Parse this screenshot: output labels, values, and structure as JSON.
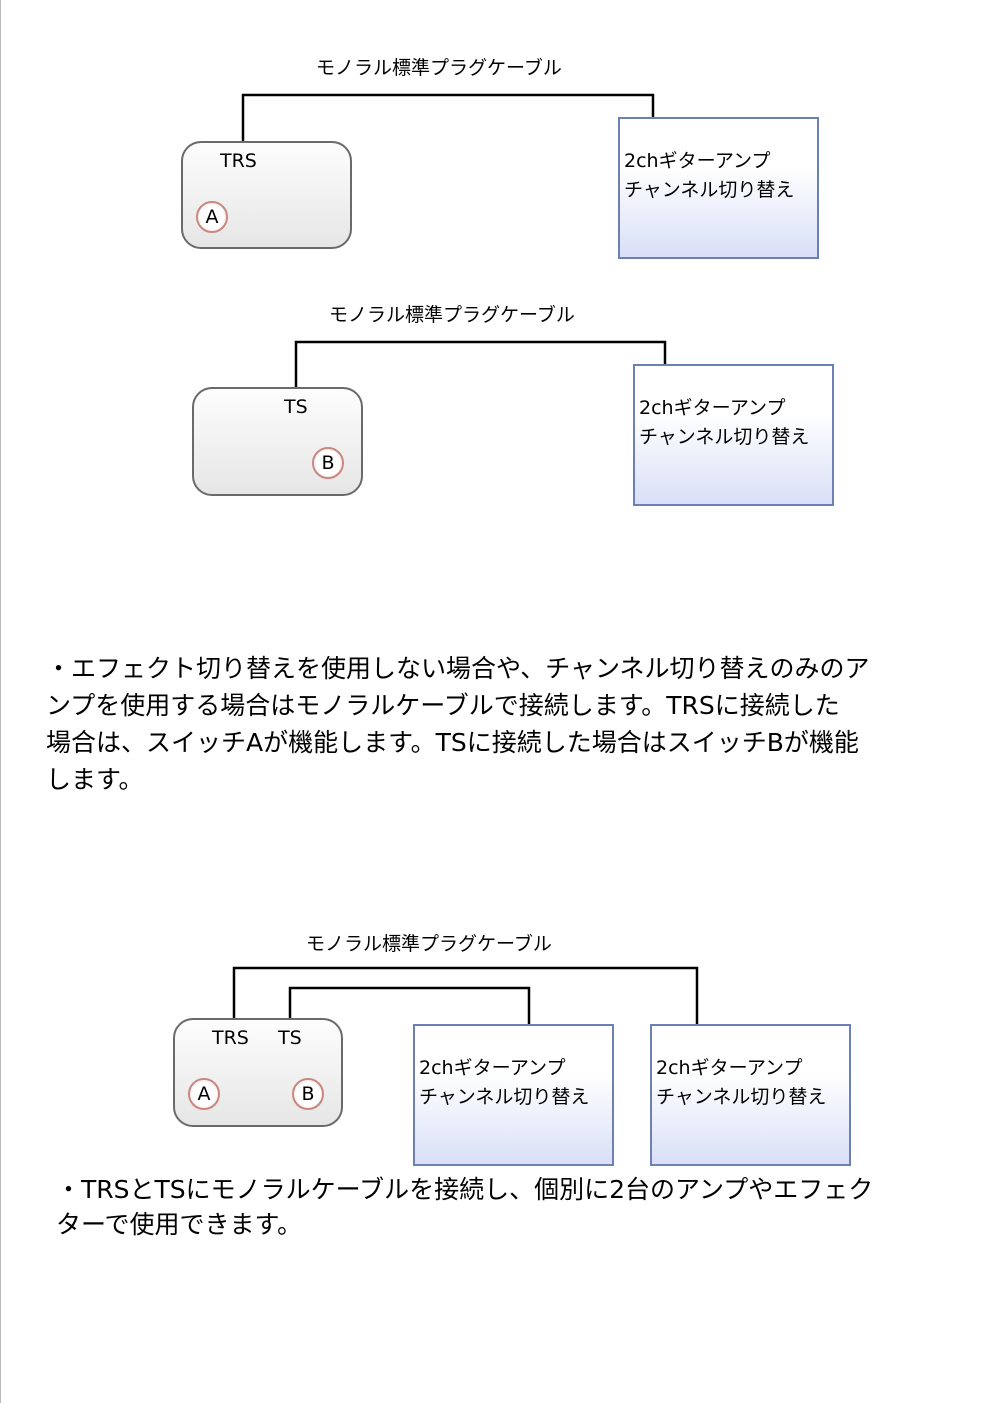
{
  "diagram1": {
    "cable_label": "モノラル標準プラグケーブル",
    "device": {
      "port": "TRS",
      "switch": "A"
    },
    "amp": {
      "line1": "2chギターアンプ",
      "line2": "チャンネル切り替え"
    }
  },
  "diagram2": {
    "cable_label": "モノラル標準プラグケーブル",
    "device": {
      "port": "TS",
      "switch": "B"
    },
    "amp": {
      "line1": "2chギターアンプ",
      "line2": "チャンネル切り替え"
    }
  },
  "paragraph1": {
    "lines": [
      "・エフェクト切り替えを使用しない場合や、チャンネル切り替えのみのア",
      "ンプを使用する場合はモノラルケーブルで接続します。TRSに接続した",
      "場合は、スイッチAが機能します。TSに接続した場合はスイッチBが機能",
      "します。"
    ]
  },
  "diagram3": {
    "cable_label": "モノラル標準プラグケーブル",
    "device": {
      "port_trs": "TRS",
      "port_ts": "TS",
      "switch_a": "A",
      "switch_b": "B"
    },
    "amps": [
      {
        "line1": "2chギターアンプ",
        "line2": "チャンネル切り替え"
      },
      {
        "line1": "2chギターアンプ",
        "line2": "チャンネル切り替え"
      }
    ]
  },
  "paragraph2": {
    "lines": [
      "・TRSとTSにモノラルケーブルを接続し、個別に2台のアンプやエフェク",
      "ターで使用できます。"
    ]
  }
}
